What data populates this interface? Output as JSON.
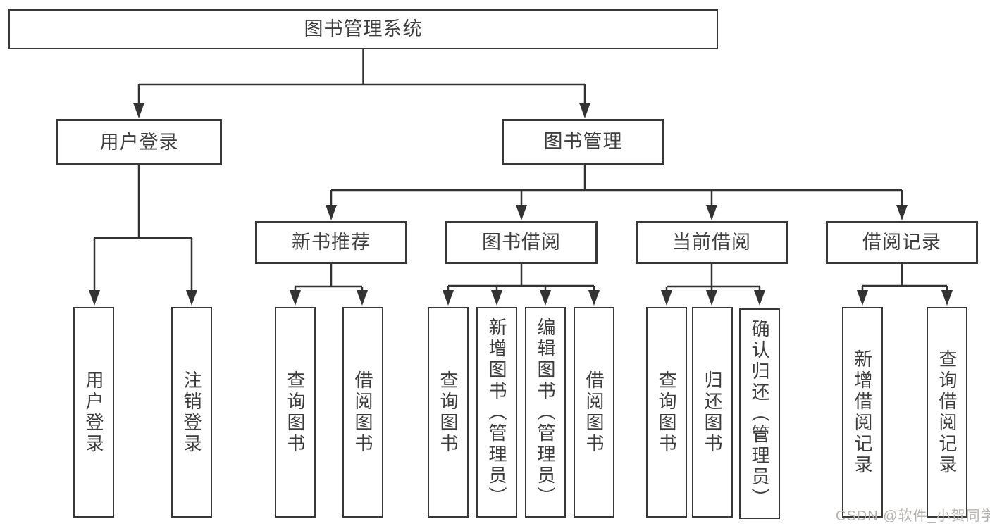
{
  "diagram": {
    "type": "hierarchy-tree",
    "line_color": "#333333",
    "box_border_color": "#383838",
    "box_fill_color": "#ffffff",
    "text_color": "#3d3d3d",
    "watermark": "CSDN @软件_小贺同学",
    "watermark_color": "#b7b2ae"
  },
  "nodes": {
    "root": {
      "label": "图书管理系统"
    },
    "user_login": {
      "label": "用户登录"
    },
    "book_mgmt": {
      "label": "图书管理"
    },
    "new_book_rec": {
      "label": "新书推荐"
    },
    "book_borrow": {
      "label": "图书借阅"
    },
    "current_borrow": {
      "label": "当前借阅"
    },
    "borrow_records": {
      "label": "借阅记录"
    },
    "leaf_user_login": {
      "label": "用户登录"
    },
    "leaf_logout": {
      "label": "注销登录"
    },
    "leaf_query_book_1": {
      "label": "查询图书"
    },
    "leaf_borrow_book_1": {
      "label": "借阅图书"
    },
    "leaf_query_book_2": {
      "label": "查询图书"
    },
    "leaf_add_book": {
      "label": "新增图书（管理员）"
    },
    "leaf_edit_book": {
      "label": "编辑图书（管理员）"
    },
    "leaf_borrow_book_2": {
      "label": "借阅图书"
    },
    "leaf_query_book_3": {
      "label": "查询图书"
    },
    "leaf_return_book": {
      "label": "归还图书"
    },
    "leaf_confirm_return": {
      "label": "确认归还（管理员）"
    },
    "leaf_add_record": {
      "label": "新增借阅记录"
    },
    "leaf_query_record": {
      "label": "查询借阅记录"
    }
  },
  "hierarchy": {
    "root": [
      "user_login",
      "book_mgmt"
    ],
    "user_login": [
      "leaf_user_login",
      "leaf_logout"
    ],
    "book_mgmt": [
      "new_book_rec",
      "book_borrow",
      "current_borrow",
      "borrow_records"
    ],
    "new_book_rec": [
      "leaf_query_book_1",
      "leaf_borrow_book_1"
    ],
    "book_borrow": [
      "leaf_query_book_2",
      "leaf_add_book",
      "leaf_edit_book",
      "leaf_borrow_book_2"
    ],
    "current_borrow": [
      "leaf_query_book_3",
      "leaf_return_book",
      "leaf_confirm_return"
    ],
    "borrow_records": [
      "leaf_add_record",
      "leaf_query_record"
    ]
  }
}
